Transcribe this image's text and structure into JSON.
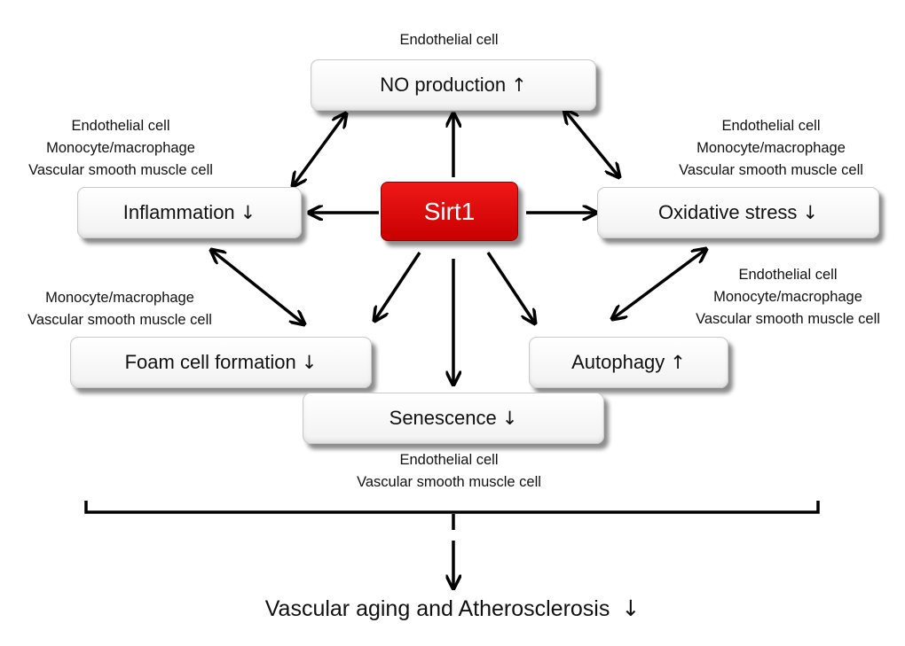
{
  "center": {
    "label": "Sirt1",
    "color": "#e00000"
  },
  "nodes": {
    "no_production": {
      "label": "NO production",
      "arrow": "↑",
      "cells": [
        "Endothelial cell"
      ]
    },
    "inflammation": {
      "label": "Inflammation",
      "arrow": "↓",
      "cells": [
        "Endothelial cell",
        "Monocyte/macrophage",
        "Vascular smooth muscle cell"
      ]
    },
    "oxidative_stress": {
      "label": "Oxidative stress",
      "arrow": "↓",
      "cells": [
        "Endothelial cell",
        "Monocyte/macrophage",
        "Vascular smooth muscle cell"
      ]
    },
    "foam_cell": {
      "label": "Foam cell formation",
      "arrow": "↓",
      "cells": [
        "Monocyte/macrophage",
        "Vascular smooth muscle cell"
      ]
    },
    "autophagy": {
      "label": "Autophagy",
      "arrow": "↑",
      "cells": [
        "Endothelial cell",
        "Monocyte/macrophage",
        "Vascular smooth muscle cell"
      ]
    },
    "senescence": {
      "label": "Senescence",
      "arrow": "↓",
      "cells": [
        "Endothelial cell",
        "Vascular smooth muscle cell"
      ]
    }
  },
  "outcome": {
    "label": "Vascular aging and Atherosclerosis",
    "arrow": "↓"
  }
}
